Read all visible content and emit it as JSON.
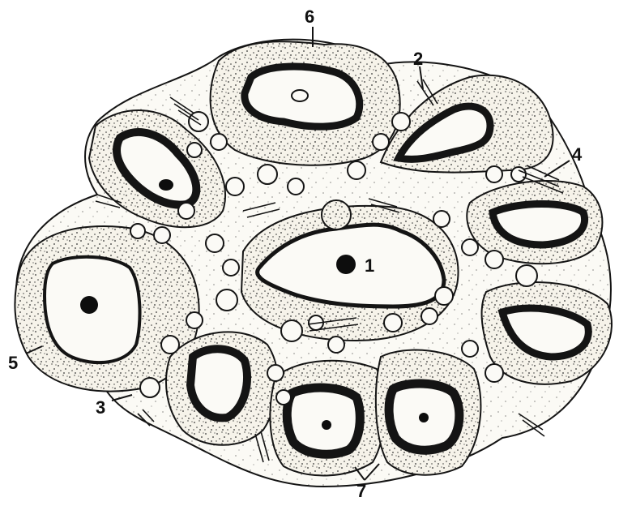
{
  "labels": {
    "l1": "1",
    "l2": "2",
    "l3": "3",
    "l4": "4",
    "l5": "5",
    "l6": "6",
    "l7": "7"
  },
  "colors": {
    "ink": "#141414",
    "cytoplasm": "#f4f1e8",
    "nucleus_interior": "#fbfaf6",
    "nucleolus": "#0d0d0d",
    "background": "#ffffff"
  }
}
